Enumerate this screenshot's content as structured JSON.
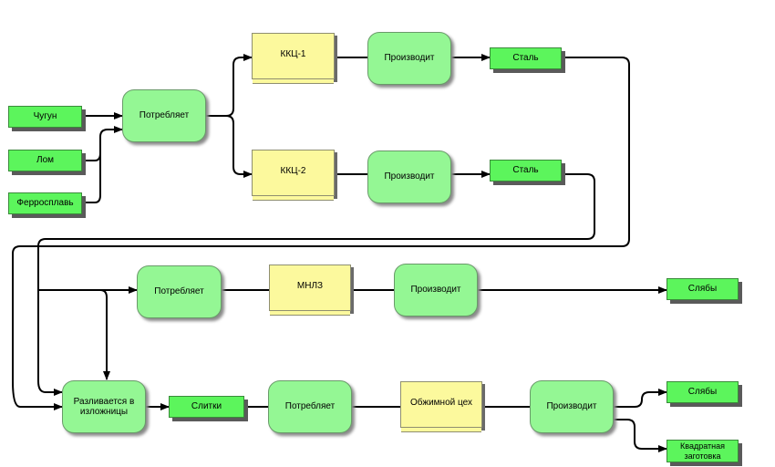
{
  "nodes": {
    "chugun": "Чугун",
    "lom": "Лом",
    "ferrosplav": "Ферросплавь",
    "potreblyaet": "Потребляет",
    "kkc1": "ККЦ-1",
    "kkc2": "ККЦ-2",
    "proizvodit": "Производит",
    "stal": "Сталь",
    "mnlz": "МНЛЗ",
    "slaby": "Слябы",
    "razlivaetsya": "Разливается в изложницы",
    "slitki": "Слитки",
    "obzhimnoy": "Обжимной цех",
    "kvadratnaya": "Квадратная заготовка"
  },
  "colors": {
    "resource_fill": "#5cf55c",
    "process_fill": "#94f794",
    "unit_fill": "#fcf99d",
    "edge": "#000000"
  }
}
